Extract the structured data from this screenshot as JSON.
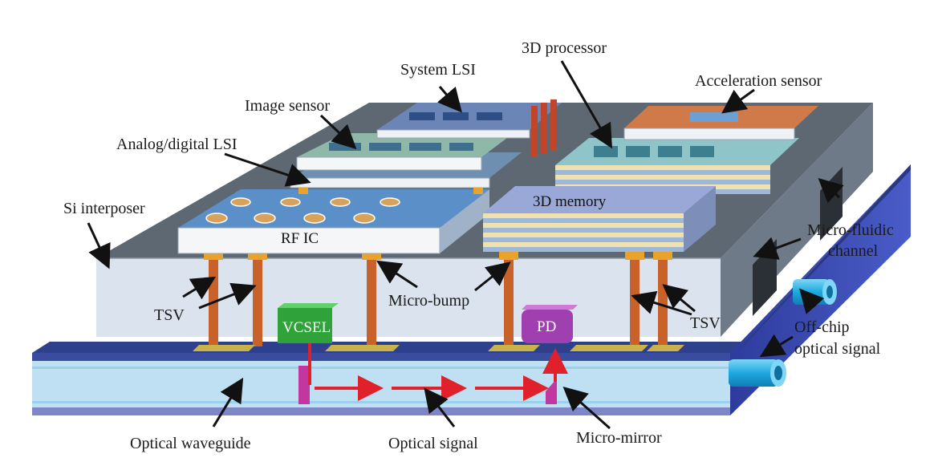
{
  "labels": {
    "system_lsi": "System LSI",
    "processor_3d": "3D processor",
    "acceleration_sensor": "Acceleration sensor",
    "image_sensor": "Image sensor",
    "analog_digital_lsi": "Analog/digital LSI",
    "si_interposer": "Si interposer",
    "rf_ic": "RF IC",
    "memory_3d": "3D memory",
    "micro_fluidic_line1": "Micro-fluidic",
    "micro_fluidic_line2": "channel",
    "tsv_left": "TSV",
    "tsv_right": "TSV",
    "micro_bump": "Micro-bump",
    "vcsel": "VCSEL",
    "pd": "PD",
    "off_chip_line1": "Off-chip",
    "off_chip_line2": "optical signal",
    "optical_waveguide": "Optical waveguide",
    "optical_signal": "Optical signal",
    "micro_mirror": "Micro-mirror"
  },
  "colors": {
    "interposer_top": "#5d6873",
    "interposer_front": "#dbe4ee",
    "waveguide_top": "#2e3f8c",
    "waveguide_front": "#bfe0f2",
    "side_blue": "#3d4fb8",
    "tsv": "#c9622a",
    "bump": "#e9a22a",
    "vcsel": "#2fa23a",
    "pd": "#a03fb0",
    "signal": "#e0202a",
    "fiber": "#2bb6e8"
  }
}
